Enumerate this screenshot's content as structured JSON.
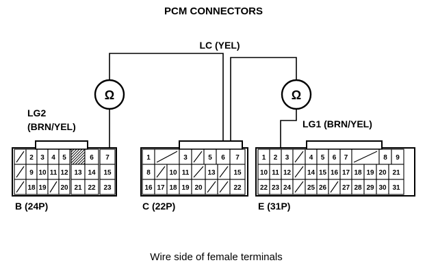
{
  "title": "PCM CONNECTORS",
  "wire_lc": "LC (YEL)",
  "wire_lg2_line1": "LG2",
  "wire_lg2_line2": "(BRN/YEL)",
  "wire_lg1": "LG1 (BRN/YEL)",
  "ohm_symbol": "Ω",
  "connector_b_label": "B (24P)",
  "connector_c_label": "C (22P)",
  "connector_e_label": "E (31P)",
  "caption": "Wire side of female terminals",
  "connector_b_pins": [
    [
      "",
      "2",
      "3",
      "4",
      "5",
      "",
      "6",
      "7"
    ],
    [
      "",
      "9",
      "10",
      "11",
      "12",
      "13",
      "14",
      "15"
    ],
    [
      "",
      "18",
      "19",
      "",
      "20",
      "21",
      "22",
      "23"
    ]
  ],
  "connector_c_pins": [
    [
      "1",
      "",
      "3",
      "",
      "5",
      "6",
      "7"
    ],
    [
      "8",
      "",
      "10",
      "11",
      "",
      "13",
      "",
      "15"
    ],
    [
      "16",
      "17",
      "18",
      "19",
      "20",
      "",
      "",
      "22"
    ]
  ],
  "connector_e_pins": [
    [
      "1",
      "2",
      "3",
      "",
      "4",
      "5",
      "6",
      "7",
      "",
      "8",
      "9"
    ],
    [
      "10",
      "11",
      "12",
      "",
      "14",
      "15",
      "16",
      "17",
      "18",
      "19",
      "20",
      "21"
    ],
    [
      "22",
      "23",
      "24",
      "",
      "25",
      "26",
      "",
      "27",
      "28",
      "29",
      "30",
      "31"
    ]
  ]
}
